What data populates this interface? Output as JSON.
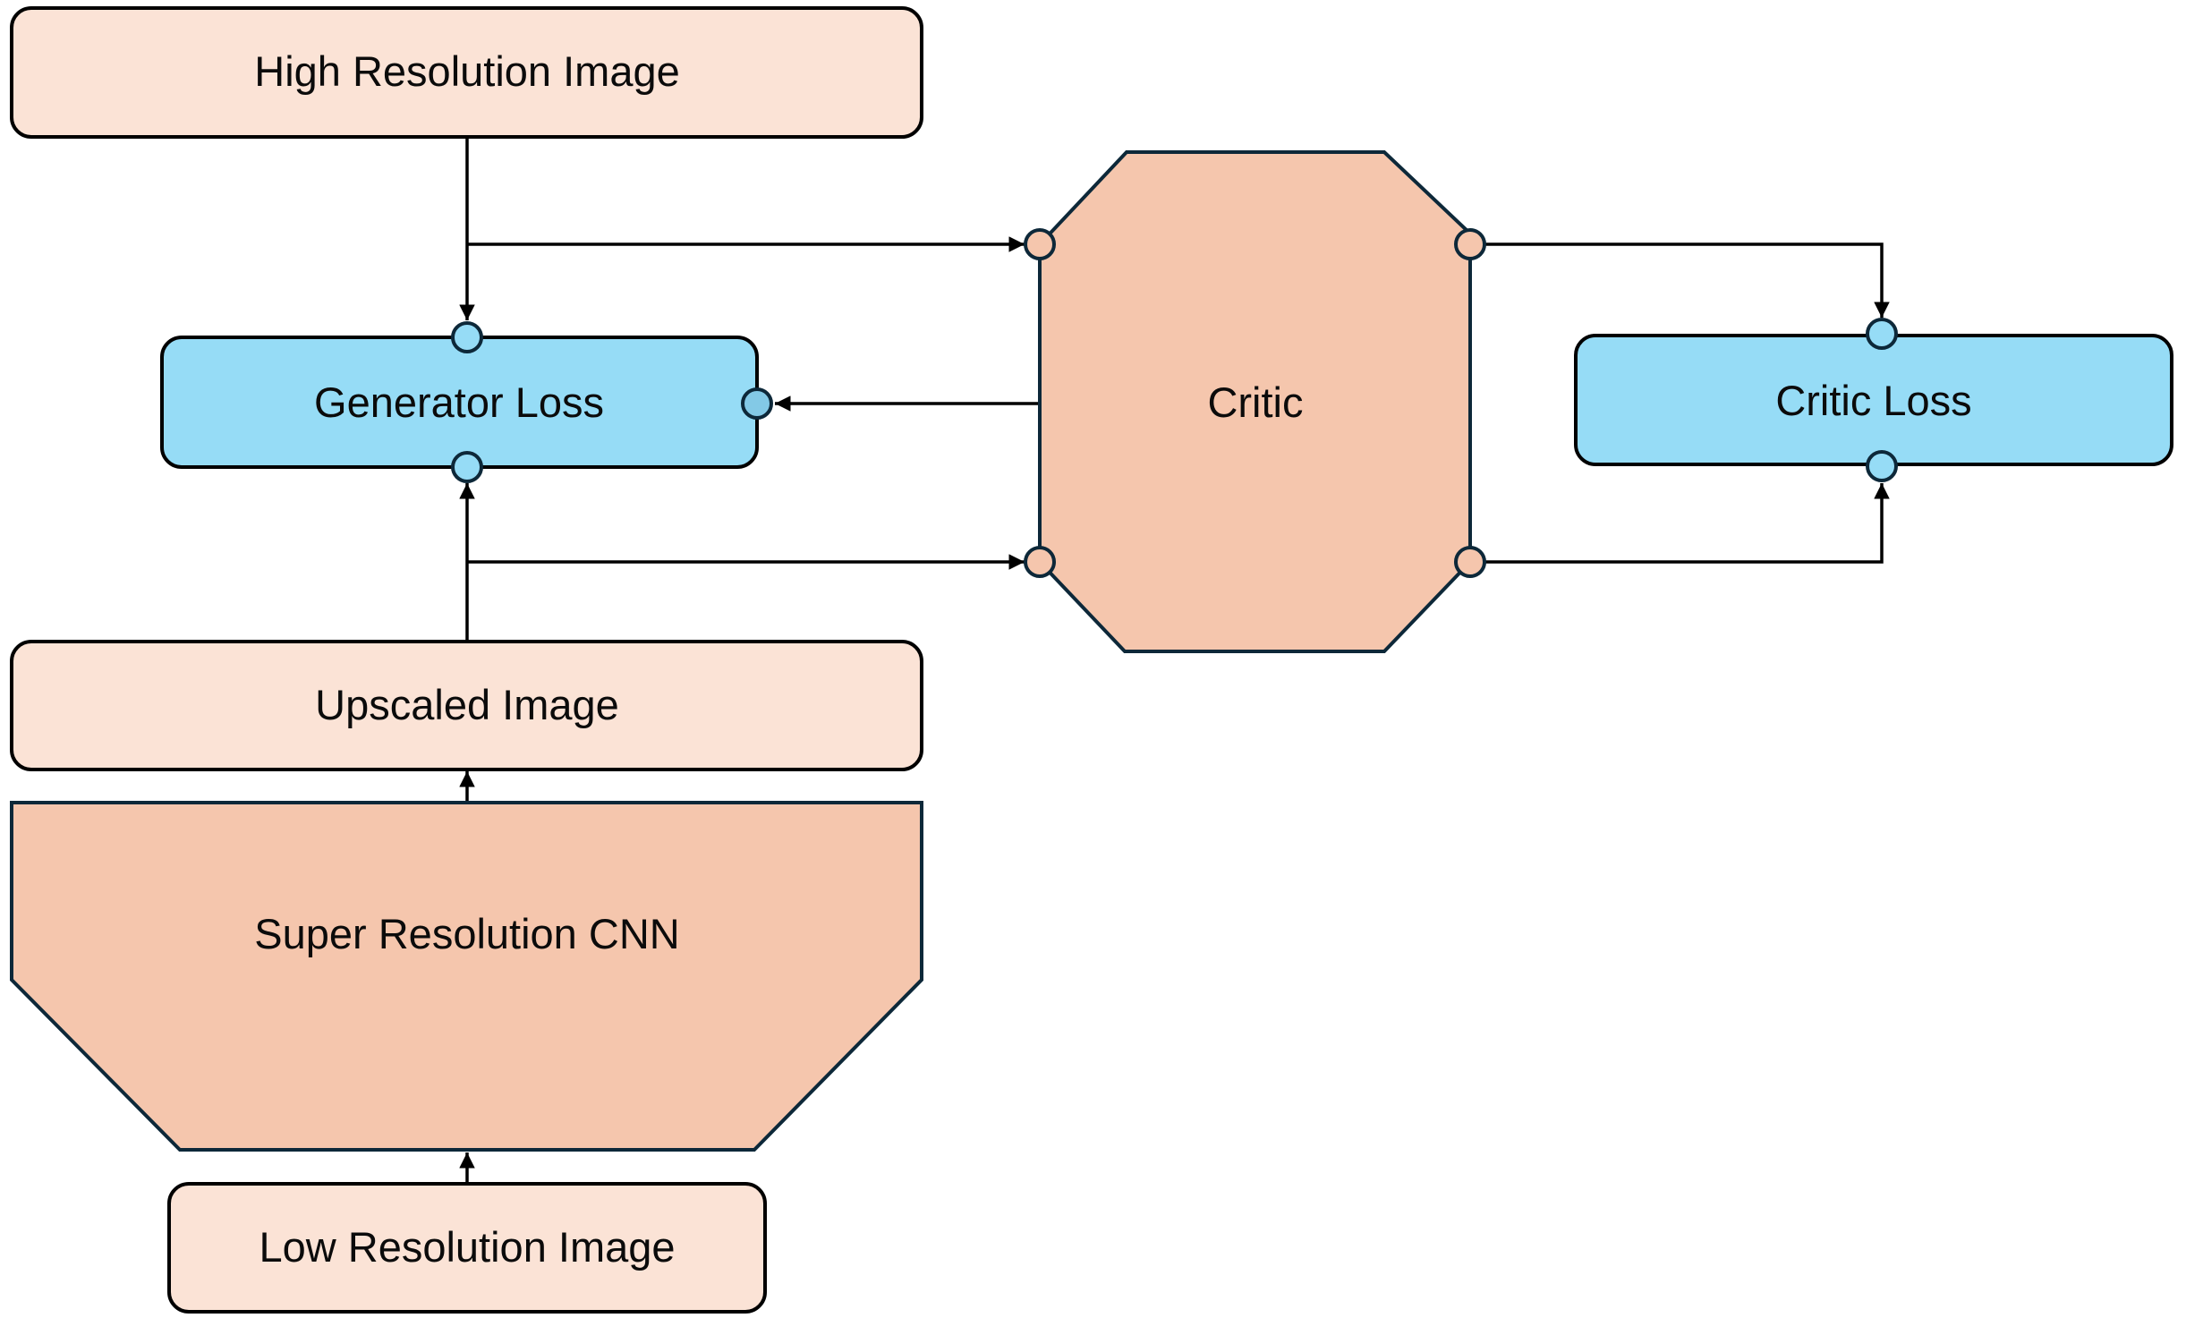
{
  "diagram": {
    "title": "Super Resolution GAN training diagram",
    "colors": {
      "image_box_fill": "#FBE3D6",
      "network_fill": "#F5C6AD",
      "loss_fill": "#96DCF6",
      "stroke": "#0D2839",
      "line": "#000000"
    },
    "nodes": {
      "high_res": {
        "label": "High Resolution Image"
      },
      "generator_loss": {
        "label": "Generator Loss"
      },
      "critic": {
        "label": "Critic"
      },
      "critic_loss": {
        "label": "Critic Loss"
      },
      "upscaled": {
        "label": "Upscaled Image"
      },
      "sr_cnn": {
        "label": "Super Resolution CNN"
      },
      "low_res": {
        "label": "Low Resolution Image"
      }
    },
    "edges": [
      {
        "from": "High Resolution Image",
        "to": "Generator Loss"
      },
      {
        "from": "High Resolution Image",
        "to": "Critic"
      },
      {
        "from": "Critic",
        "to": "Generator Loss"
      },
      {
        "from": "Critic",
        "to": "Critic Loss"
      },
      {
        "from": "Upscaled Image",
        "to": "Generator Loss"
      },
      {
        "from": "Upscaled Image",
        "to": "Critic"
      },
      {
        "from": "Super Resolution CNN",
        "to": "Upscaled Image"
      },
      {
        "from": "Low Resolution Image",
        "to": "Super Resolution CNN"
      }
    ]
  }
}
